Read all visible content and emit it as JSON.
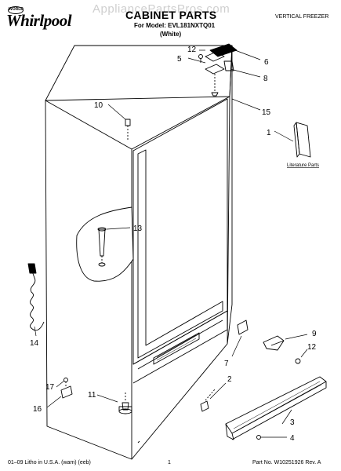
{
  "header": {
    "brand_badge": "WORLD",
    "brand": "Whirlpool",
    "watermark": "AppliancePartsPros.com",
    "title": "CABINET PARTS",
    "model_line": "For Model: EVL181NXTQ01",
    "variant": "(White)",
    "category": "VERTICAL FREEZER"
  },
  "literature_label": "Literature Parts",
  "callouts": [
    "12",
    "5",
    "6",
    "8",
    "10",
    "15",
    "1",
    "13",
    "14",
    "9",
    "12",
    "7",
    "2",
    "17",
    "11",
    "16",
    "3",
    "4"
  ],
  "footer": {
    "litho": "01–09 Litho in U.S.A. (wam) (eeb)",
    "page": "1",
    "part_no": "Part No. W10251926 Rev. A"
  }
}
